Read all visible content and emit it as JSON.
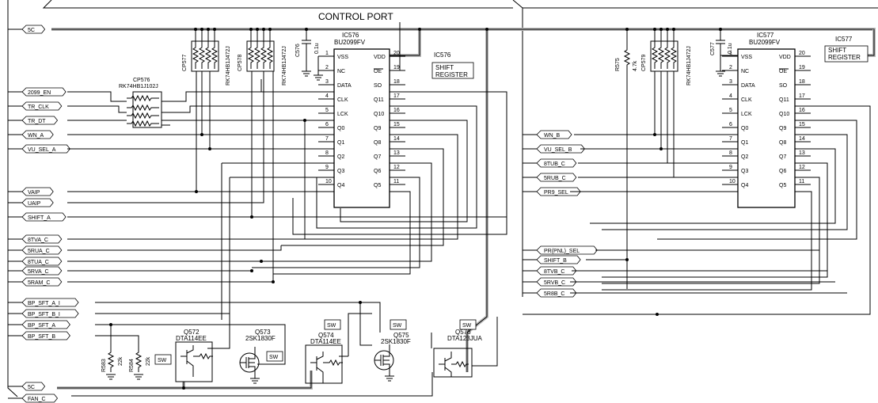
{
  "title": "CONTROL PORT",
  "ics": [
    {
      "ref": "IC576",
      "part": "BU2099FV",
      "func": [
        "SHIFT",
        "REGISTER"
      ],
      "left_pins": [
        [
          "1",
          "VSS"
        ],
        [
          "2",
          "NC"
        ],
        [
          "3",
          "DATA"
        ],
        [
          "4",
          "CLK"
        ],
        [
          "5",
          "LCK"
        ],
        [
          "6",
          "Q0"
        ],
        [
          "7",
          "Q1"
        ],
        [
          "8",
          "Q2"
        ],
        [
          "9",
          "Q3"
        ],
        [
          "10",
          "Q4"
        ]
      ],
      "right_pins": [
        [
          "20",
          "VDD"
        ],
        [
          "19",
          "OE"
        ],
        [
          "18",
          "SO"
        ],
        [
          "17",
          "Q11"
        ],
        [
          "16",
          "Q10"
        ],
        [
          "15",
          "Q9"
        ],
        [
          "14",
          "Q8"
        ],
        [
          "13",
          "Q7"
        ],
        [
          "12",
          "Q6"
        ],
        [
          "11",
          "Q5"
        ]
      ]
    },
    {
      "ref": "IC577",
      "part": "BU2099FV",
      "func": [
        "SHIFT",
        "REGISTER"
      ],
      "left_pins": [
        [
          "1",
          "VSS"
        ],
        [
          "2",
          "NC"
        ],
        [
          "3",
          "DATA"
        ],
        [
          "4",
          "CLK"
        ],
        [
          "5",
          "LCK"
        ],
        [
          "6",
          "Q0"
        ],
        [
          "7",
          "Q1"
        ],
        [
          "8",
          "Q2"
        ],
        [
          "9",
          "Q3"
        ],
        [
          "10",
          "Q4"
        ]
      ],
      "right_pins": [
        [
          "20",
          "VDD"
        ],
        [
          "19",
          "OE"
        ],
        [
          "18",
          "SO"
        ],
        [
          "17",
          "Q11"
        ],
        [
          "16",
          "Q10"
        ],
        [
          "15",
          "Q9"
        ],
        [
          "14",
          "Q8"
        ],
        [
          "13",
          "Q7"
        ],
        [
          "12",
          "Q6"
        ],
        [
          "11",
          "Q5"
        ]
      ]
    }
  ],
  "left_signals": [
    "5C",
    "2099_EN",
    "TR_CLK",
    "TR_DT",
    "WN_A",
    "VU_SEL_A",
    "VAIP",
    "UAIP",
    "SHIFT_A",
    "8TVA_C",
    "5RUA_C",
    "8TUA_C",
    "5RVA_C",
    "5RAM_C",
    "BP_SFT_A_I",
    "BP_SFT_B_I",
    "BP_SFT_A",
    "BP_SFT_B",
    "5C",
    "FAN_C"
  ],
  "right_signals": [
    "WN_B",
    "VU_SEL_B",
    "8TUB_C",
    "5RUB_C",
    "PR9_SEL",
    "PR(PNL)_SEL",
    "SHIFT_B",
    "8TVB_C",
    "5RVB_C",
    "5R8B_C"
  ],
  "components": {
    "cp576": {
      "ref": "CP576",
      "part": "RK74HB1J102J"
    },
    "cp577": {
      "ref": "CP577",
      "part": "RK74HB1J472J"
    },
    "cp578": {
      "ref": "CP578",
      "part": "RK74HB1J472J"
    },
    "cp579": {
      "ref": "CP579",
      "part": "RK74HB1J472J"
    },
    "c576": {
      "ref": "C576",
      "val": "0.1u"
    },
    "c577": {
      "ref": "C577",
      "val": "0.1u"
    },
    "r575": {
      "ref": "R575",
      "val": "4.7k"
    },
    "r583": {
      "ref": "R583",
      "val": "22k"
    },
    "r584": {
      "ref": "R584",
      "val": "22k"
    },
    "q572": {
      "ref": "Q572",
      "part": "DTA114EE"
    },
    "q573": {
      "ref": "Q573",
      "part": "2SK1830F"
    },
    "q574": {
      "ref": "Q574",
      "part": "DTA114EE"
    },
    "q575": {
      "ref": "Q575",
      "part": "2SK1830F"
    },
    "q576": {
      "ref": "Q576",
      "part": "DTA123JUA"
    }
  },
  "sw_label": "SW"
}
